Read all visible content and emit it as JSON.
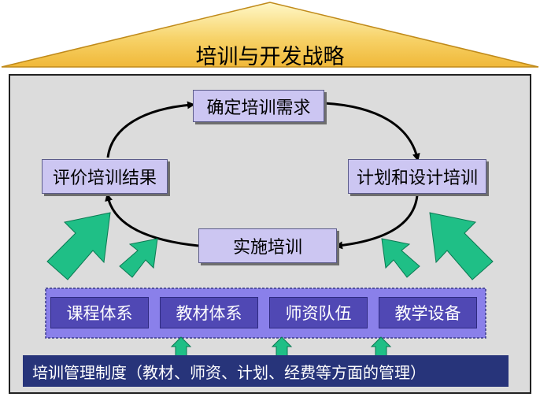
{
  "roof": {
    "title": "培训与开发战略"
  },
  "cycle": {
    "top": "确定培训需求",
    "right": "计划和设计培训",
    "bottom": "实施培训",
    "left": "评价培训结果"
  },
  "pillars": [
    "课程体系",
    "教材体系",
    "师资队伍",
    "教学设备"
  ],
  "base": {
    "label": "培训管理制度（教材、师资、计划、经费等方面的管理）"
  },
  "colors": {
    "roof_gold": "#f5c24a",
    "house_gray": "#dcdcdc",
    "cycle_box": "#ccc6f2",
    "pillar_blue": "#5048b4",
    "base_navy": "#27347a",
    "arrow_green": "#1fbf86"
  }
}
